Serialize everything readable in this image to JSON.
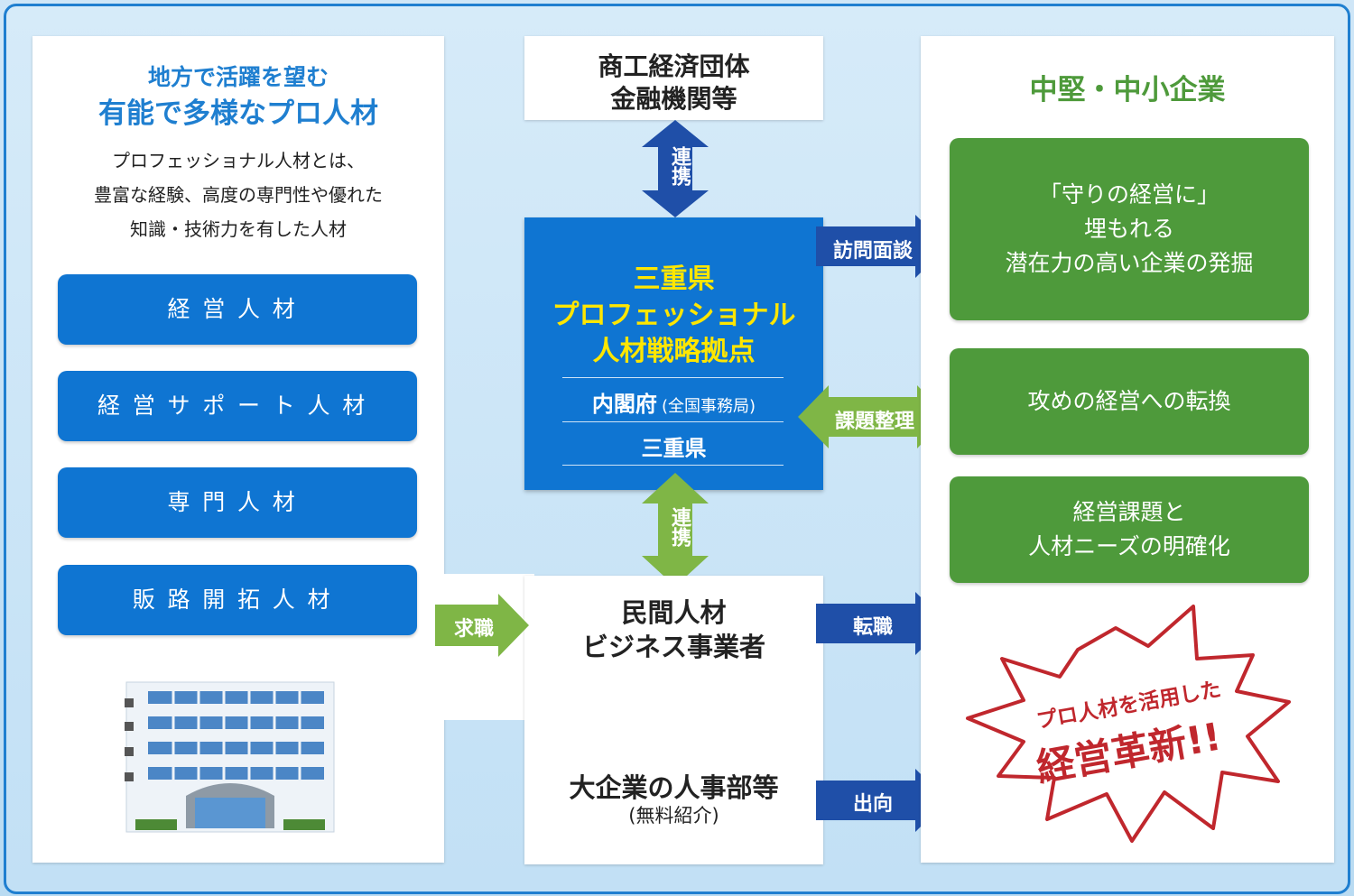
{
  "left": {
    "heading_line1": "地方で活躍を望む",
    "heading_line2": "有能で多様なプロ人材",
    "desc_line1": "プロフェッショナル人材とは、",
    "desc_line2": "豊富な経験、高度の専門性や優れた",
    "desc_line3": "知識・技術力を有した人材",
    "buttons": [
      "経営人材",
      "経営サポート人材",
      "専門人材",
      "販路開拓人材"
    ]
  },
  "center": {
    "top_line1": "商工経済団体",
    "top_line2": "金融機関等",
    "hub_line1": "三重県",
    "hub_line2": "プロフェッショナル",
    "hub_line3": "人材戦略拠点",
    "naikakufu": "内閣府",
    "naikakufu_note": "(全国事務局)",
    "mie": "三重県",
    "private_line1": "民間人材",
    "private_line2": "ビジネス事業者",
    "corp_line1": "大企業の人事部等",
    "corp_line2": "(無料紹介)"
  },
  "arrows": {
    "renkei_top": "連携",
    "renkei_bottom": "連携",
    "houmon": "訪問面談",
    "kadai": "課題整理",
    "kyushoku": "求職",
    "tenshoku": "転職",
    "shukko": "出向"
  },
  "right": {
    "title": "中堅・中小企業",
    "box1_line1": "「守りの経営に」",
    "box1_line2": "埋もれる",
    "box1_line3": "潜在力の高い企業の発掘",
    "box2": "攻めの経営への転換",
    "box3_line1": "経営課題と",
    "box3_line2": "人材ニーズの明確化",
    "burst_line1": "プロ人材を活用した",
    "burst_line2": "経営革新!!"
  },
  "colors": {
    "blue": "#0f75d2",
    "navy_arrow": "#1f4fa8",
    "green": "#4e9a3b",
    "green_arrow": "#7fb646",
    "yellow": "#ffe600",
    "burst_red": "#c0272d"
  }
}
